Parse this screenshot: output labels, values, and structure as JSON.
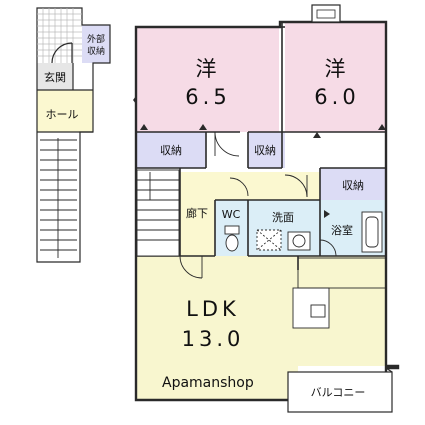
{
  "rooms": {
    "west_room_1": {
      "type": "洋",
      "size": "6.5"
    },
    "west_room_2": {
      "type": "洋",
      "size": "6.0"
    },
    "ldk": {
      "type": "LDK",
      "size": "13.0"
    }
  },
  "labels": {
    "outdoor_storage_line1": "外部",
    "outdoor_storage_line2": "収納",
    "entrance": "玄関",
    "hall": "ホール",
    "storage_1": "収納",
    "storage_2": "収納",
    "storage_3": "収納",
    "corridor": "廊下",
    "wc": "WC",
    "washroom": "洗面",
    "bathroom": "浴室",
    "balcony": "バルコニー"
  },
  "watermark": "Apamanshop",
  "colors": {
    "bedroom_fill": "#f6dbe6",
    "ldk_fill": "#f8f6cf",
    "storage_fill": "#dcdcf5",
    "wet_fill": "#dbeef7",
    "hall_fill": "#fbf8d0",
    "wall": "#2a2a2a"
  }
}
